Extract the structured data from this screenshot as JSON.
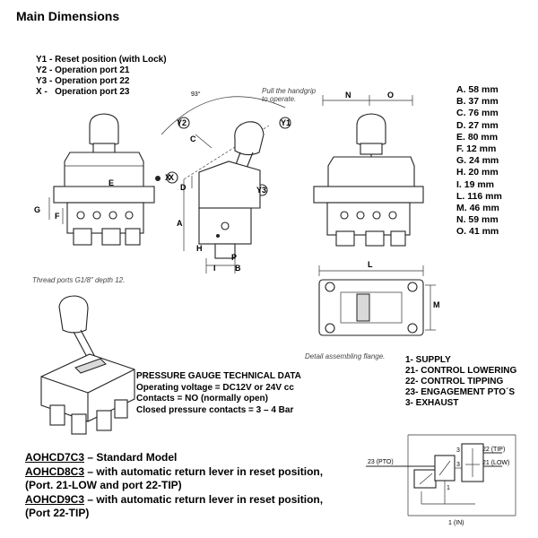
{
  "title": "Main Dimensions",
  "positions": [
    {
      "code": "Y1 -",
      "text": "Reset position (with Lock)"
    },
    {
      "code": "Y2 -",
      "text": "Operation port 21"
    },
    {
      "code": "Y3 -",
      "text": "Operation port 22"
    },
    {
      "code": "X -",
      "text": "Operation port 23"
    }
  ],
  "dimensions": [
    "A. 58 mm",
    "B. 37 mm",
    "C. 76 mm",
    "D. 27 mm",
    "E. 80 mm",
    "F. 12 mm",
    "G. 24 mm",
    "H. 20 mm",
    "I. 19 mm",
    "L. 116 mm",
    "M. 46 mm",
    "N. 59 mm",
    "O. 41 mm"
  ],
  "notes": {
    "handgrip": [
      "Pull the handgrip",
      "to operate."
    ],
    "thread": "Thread ports G1/8\" depth 12.",
    "flange": "Detail assembling flange.",
    "angle": "93°"
  },
  "drawing_labels": {
    "E": "E",
    "G": "G",
    "F": "F",
    "X": "X",
    "Y1": "Y1",
    "Y2": "Y2",
    "Y3": "Y3",
    "C": "C",
    "D": "D",
    "A": "A",
    "H": "H",
    "I": "I",
    "B": "B",
    "P": "P",
    "N": "N",
    "O": "O",
    "L": "L",
    "M": "M"
  },
  "gauge": {
    "heading": "PRESSURE GAUGE TECHNICAL DATA",
    "lines": [
      "Operating voltage = DC12V or 24V cc",
      "Contacts = NO (normally open)",
      "Closed pressure contacts  = 3 – 4 Bar"
    ]
  },
  "ports": [
    "1-  SUPPLY",
    "21- CONTROL LOWERING",
    "22- CONTROL TIPPING",
    "23- ENGAGEMENT PTO´S",
    "3-  EXHAUST"
  ],
  "models": [
    {
      "code": "AOHCD7C3",
      "text": " – Standard Model"
    },
    {
      "code": "AOHCD8C3",
      "text": " – with automatic return lever in reset position,"
    },
    {
      "code": "",
      "text": "(Port. 21-LOW and port 22-TIP)"
    },
    {
      "code": "AOHCD9C3",
      "text": " – with automatic return lever in reset position,"
    },
    {
      "code": "",
      "text": "(Port 22-TIP)"
    }
  ],
  "schematic": {
    "p23": "23 (PTO)",
    "p22": "22 (TIP)",
    "p21": "21 (LOW)",
    "p1": "1 (IN)",
    "p3a": "3",
    "p3b": "3",
    "p1b": "1"
  }
}
